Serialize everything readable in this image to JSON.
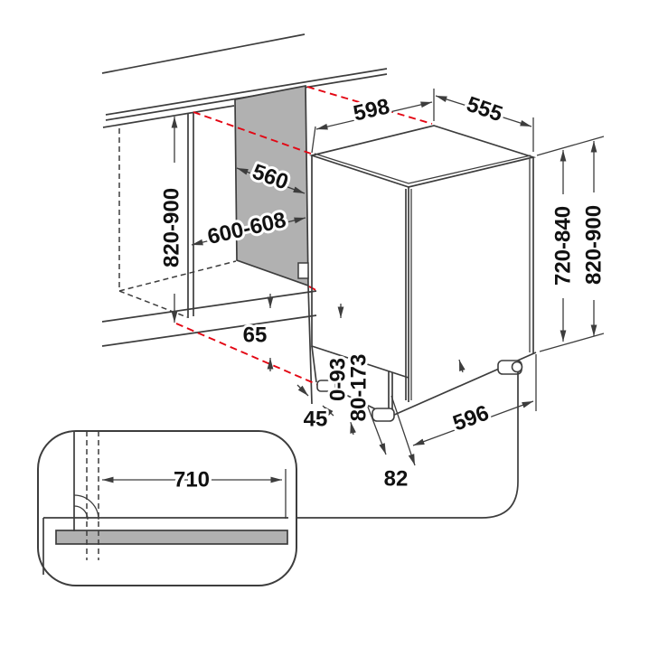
{
  "diagram": {
    "title": "Built-in dishwasher installation dimensions",
    "units": "mm",
    "colors": {
      "line": "#3d3d3d",
      "projection_red": "#e30613",
      "panel_gray": "#b1b1b1",
      "background": "#ffffff",
      "text": "#111111"
    },
    "dimensions": {
      "niche_height": "820-900",
      "niche_width": "600-608",
      "niche_depth": "560",
      "appliance_width": "598",
      "appliance_depth": "555",
      "appliance_height": "720-840",
      "appliance_overall_height": "820-900",
      "plinth_clearance": "65",
      "front_gap": "45",
      "front_foot_adjust": "0-93",
      "rear_foot_adjust": "80-173",
      "base_depth": "596",
      "foot_setback": "82",
      "plinth_cutout_width": "710"
    }
  }
}
